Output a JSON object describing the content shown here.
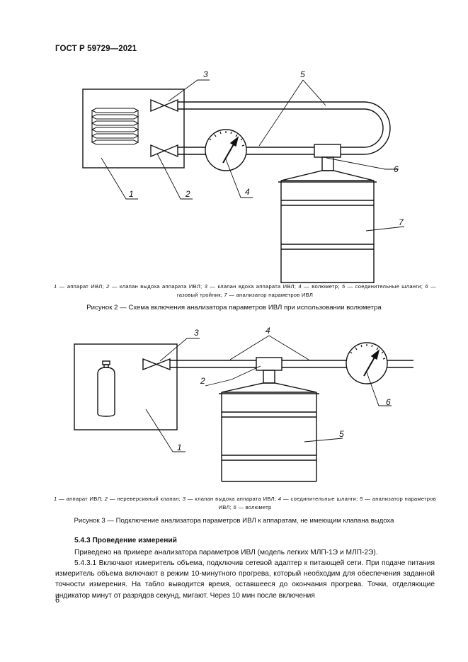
{
  "header": {
    "standard_id": "ГОСТ Р 59729—2021"
  },
  "figure2": {
    "labels": [
      "1",
      "2",
      "3",
      "4",
      "5",
      "6",
      "7"
    ],
    "legend": [
      {
        "n": "1",
        "t": " — аппарат ИВЛ; "
      },
      {
        "n": "2",
        "t": " — клапан выдоха аппарата ИВЛ; "
      },
      {
        "n": "3",
        "t": " — клапан вдоха аппарата ИВЛ; "
      },
      {
        "n": "4",
        "t": " — волюметр; "
      },
      {
        "n": "5",
        "t": " — соединительные шланги; "
      },
      {
        "n": "6",
        "t": " — газовый тройник; "
      },
      {
        "n": "7",
        "t": " — анализатор параметров ИВЛ"
      }
    ],
    "caption": "Рисунок 2 — Схема включения анализатора параметров ИВЛ при использовании волюметра"
  },
  "figure3": {
    "labels": [
      "1",
      "2",
      "3",
      "4",
      "5",
      "6"
    ],
    "legend": [
      {
        "n": "1",
        "t": " — аппарат ИВЛ; "
      },
      {
        "n": "2",
        "t": " — нереверсивный клапан; "
      },
      {
        "n": "3",
        "t": " — клапан выдоха аппарата ИВЛ; "
      },
      {
        "n": "4",
        "t": " — соединительные шланги; "
      },
      {
        "n": "5",
        "t": " — анализатор параметров ИВЛ; "
      },
      {
        "n": "6",
        "t": " — волюметр"
      }
    ],
    "caption": "Рисунок 3 — Подключение анализатора параметров ИВЛ к аппаратам, не имеющим клапана выдоха"
  },
  "section": {
    "heading": "5.4.3 Проведение измерений",
    "p1": "Приведено на примере анализатора параметров ИВЛ (модель легких МЛП-1Э и МЛП-2Э).",
    "p2": "5.4.3.1 Включают измеритель объема, подключив сетевой адаптер к питающей сети. При подаче питания измеритель объема включают в режим 10-минутного прогрева, который необходим для обеспечения заданной точности измерения. На табло выводится время, оставшееся до окончания прогрева. Точки, отделяющие индикатор минут от разрядов секунд, мигают. Через 10 мин после включения"
  },
  "page_number": "6"
}
